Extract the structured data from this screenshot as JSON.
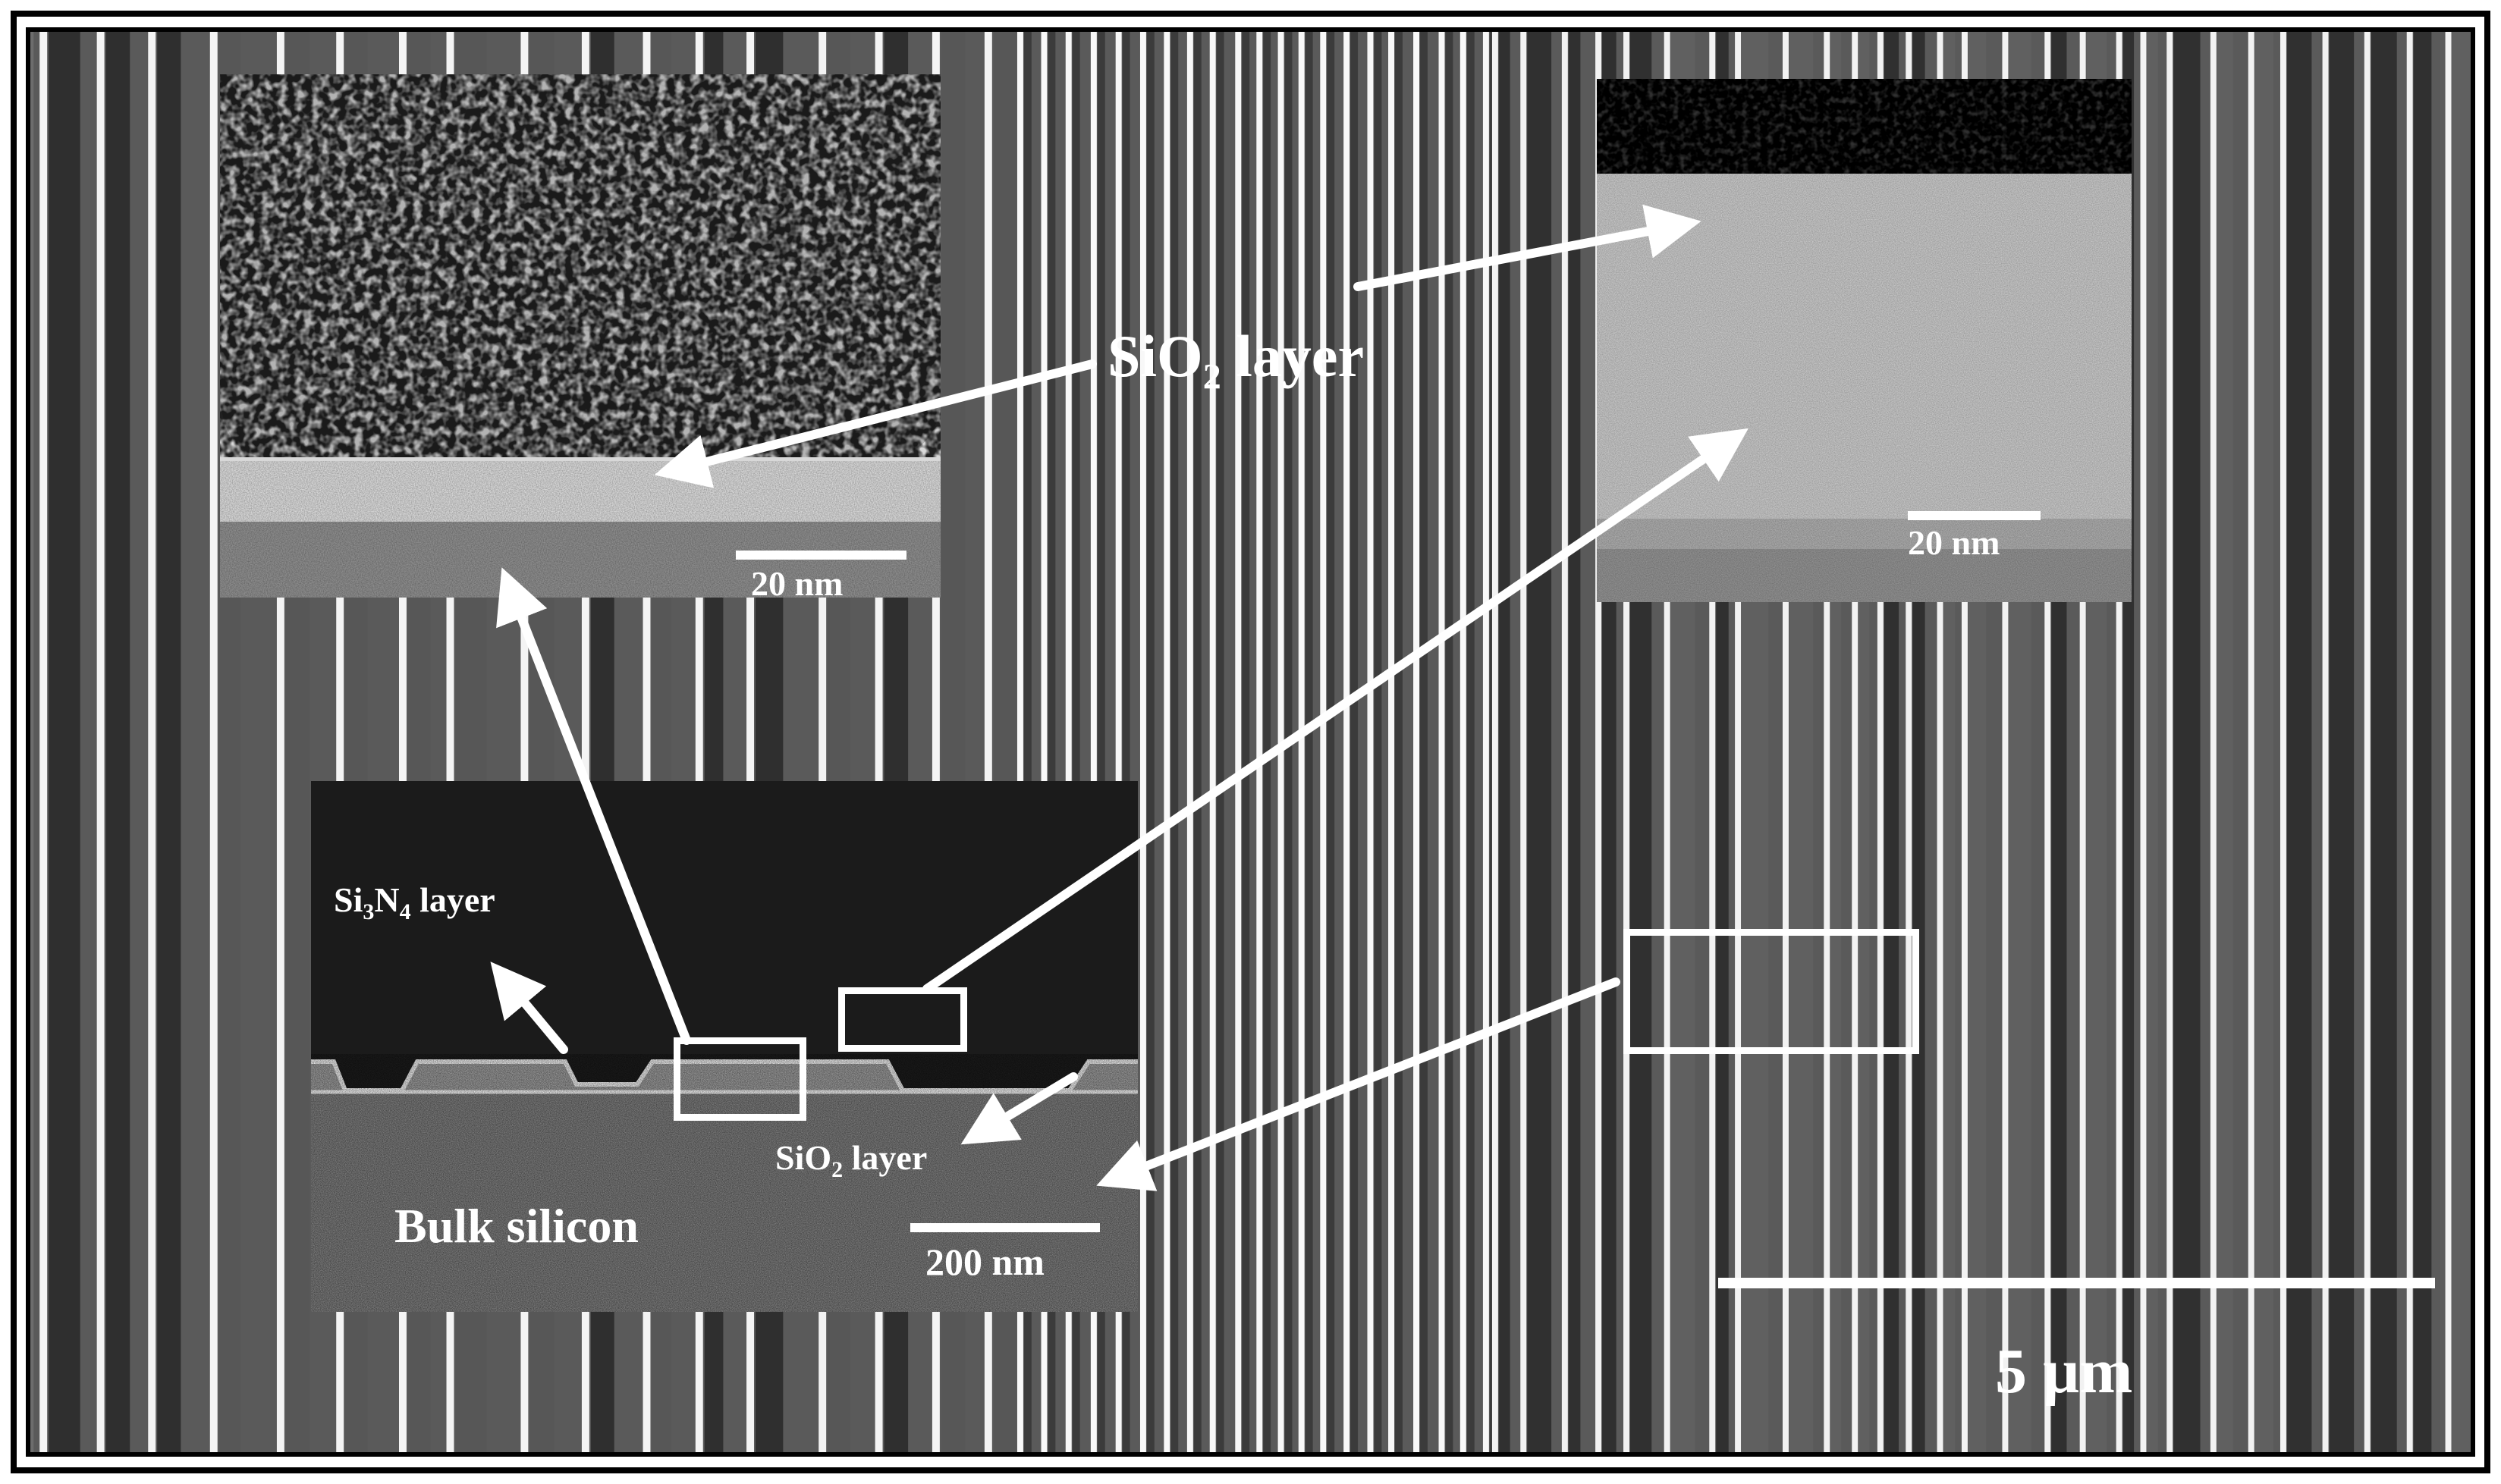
{
  "labels": {
    "sio2_top": "SiO",
    "sio2_top_sub": "2",
    "sio2_top_suffix": " layer",
    "si3n4_prefix": "Si",
    "si3n4_sub1": "3",
    "si3n4_mid": "N",
    "si3n4_sub2": "4",
    "si3n4_suffix": " layer",
    "sio2_low": "SiO",
    "sio2_low_sub": "2",
    "sio2_low_suffix": " layer",
    "bulk_silicon": "Bulk silicon"
  },
  "scale_bars": {
    "tem_left": "20 nm",
    "tem_right": "20 nm",
    "sem": "200 nm",
    "overview": "5 µm"
  },
  "colors": {
    "frame": "#000000",
    "annotation": "#ffffff",
    "background_gray": "#6d6d6d"
  }
}
